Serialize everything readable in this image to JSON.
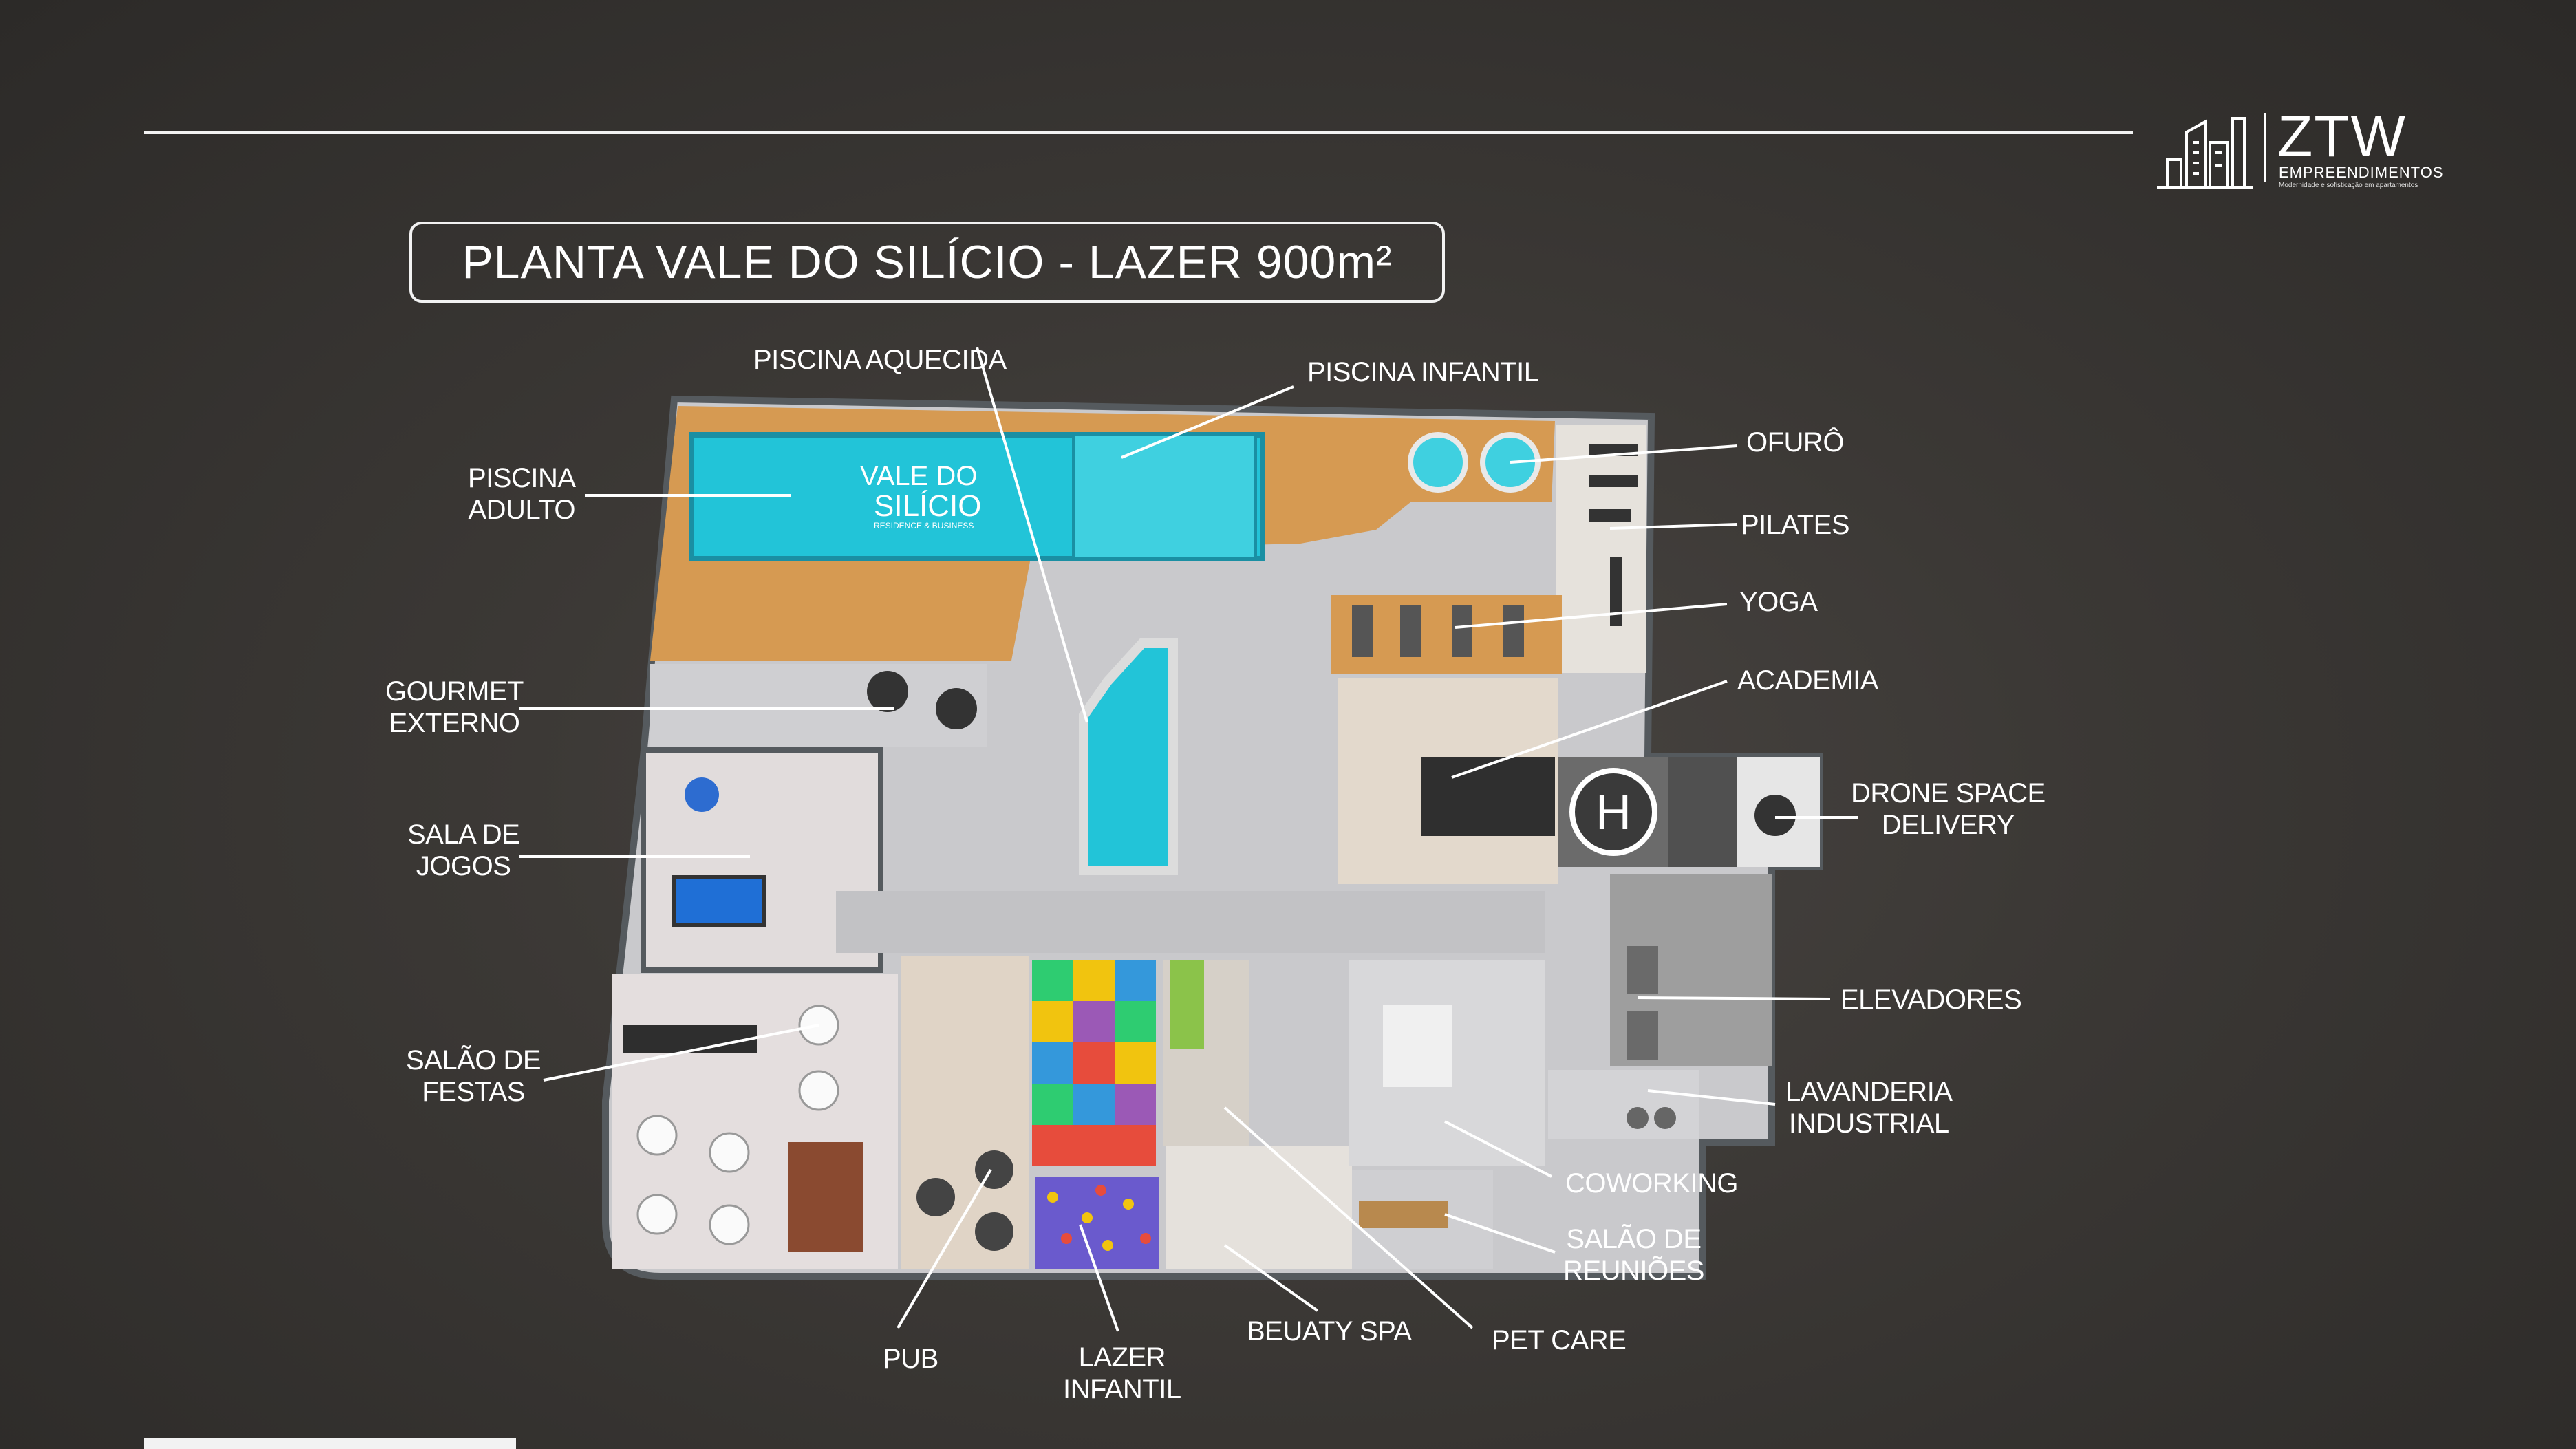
{
  "title": "PLANTA VALE DO SILÍCIO - LAZER 900m²",
  "brand": {
    "name": "ZTW",
    "sub": "EMPREENDIMENTOS",
    "tagline": "Modernidade e sofisticação em apartamentos"
  },
  "plan_brand": {
    "line1": "VALE DO",
    "line2": "SILÍCIO",
    "line3": "RESIDENCE & BUSINESS"
  },
  "labels": {
    "piscina_aquecida": "PISCINA AQUECIDA",
    "piscina_infantil": "PISCINA INFANTIL",
    "piscina_adulto_1": "PISCINA",
    "piscina_adulto_2": "ADULTO",
    "ofuro": "OFURÔ",
    "pilates": "PILATES",
    "yoga": "YOGA",
    "academia": "ACADEMIA",
    "gourmet_1": "GOURMET",
    "gourmet_2": "EXTERNO",
    "drone_1": "DRONE SPACE",
    "drone_2": "DELIVERY",
    "jogos_1": "SALA DE",
    "jogos_2": "JOGOS",
    "elevadores": "ELEVADORES",
    "festas_1": "SALÃO DE",
    "festas_2": "FESTAS",
    "lavanderia_1": "LAVANDERIA",
    "lavanderia_2": "INDUSTRIAL",
    "coworking": "COWORKING",
    "reunioes_1": "SALÃO DE",
    "reunioes_2": "REUNIÕES",
    "pub": "PUB",
    "lazer_1": "LAZER",
    "lazer_2": "INFANTIL",
    "spa": "BEUATY SPA",
    "petcare": "PET CARE"
  },
  "colors": {
    "pool": "#22c4d8",
    "deck": "#d8a15a",
    "floor": "#d9d9db",
    "wall": "#555a5e",
    "line": "#ffffff"
  }
}
